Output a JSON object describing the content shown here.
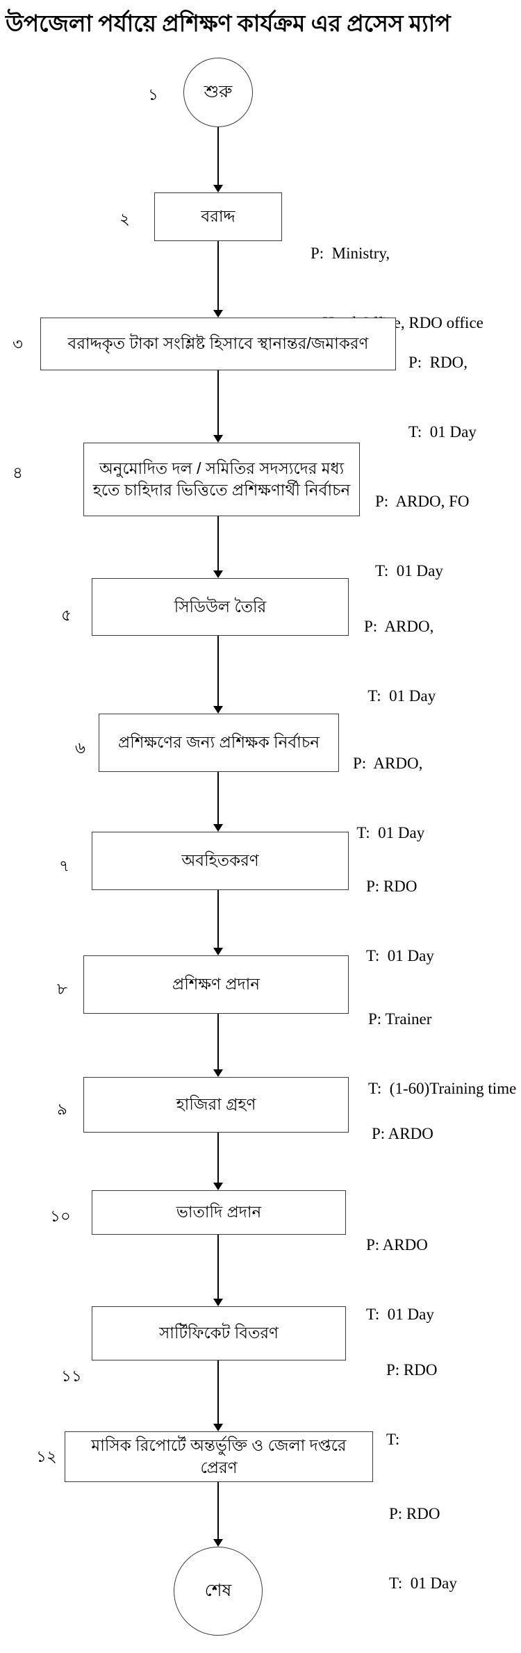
{
  "title": "উপজেলা পর্যায়ে প্রশিক্ষণ কার্যক্রম এর প্রসেস ম্যাপ",
  "colors": {
    "line": "#000000",
    "background": "#ffffff",
    "border": "#3a3a3a"
  },
  "start": {
    "number": "১",
    "label": "শুরু"
  },
  "end": {
    "label": "শেষ"
  },
  "steps": [
    {
      "number": "২",
      "label": "বরাদ্দ",
      "annotation_lines": [
        "P:  Ministry,",
        "   Head Office, RDO office"
      ]
    },
    {
      "number": "৩",
      "label": "বরাদ্দকৃত টাকা সংশ্লিষ্ট হিসাবে স্থানান্তর/জমাকরণ",
      "annotation_lines": [
        "P:  RDO,",
        "T:  01 Day"
      ]
    },
    {
      "number": "৪",
      "label": "অনুমোদিত দল / সমিতির সদস্যদের মধ্য হতে চাহিদার ভিত্তিতে প্রশিক্ষণার্থী নির্বাচন",
      "annotation_lines": [
        "P:  ARDO, FO",
        "T:  01 Day"
      ]
    },
    {
      "number": "৫",
      "label": "সিডিউল তৈরি",
      "annotation_lines": [
        "P:  ARDO,",
        " T:  01 Day"
      ]
    },
    {
      "number": "৬",
      "label": "প্রশিক্ষণের জন্য প্রশিক্ষক নির্বাচন",
      "annotation_lines": [
        "P:  ARDO,",
        " T:  01 Day"
      ]
    },
    {
      "number": "৭",
      "label": "অবহিতকরণ",
      "annotation_lines": [
        "P: RDO",
        "T:  01 Day"
      ]
    },
    {
      "number": "৮",
      "label": "প্রশিক্ষণ প্রদান",
      "annotation_lines": [
        "P: Trainer",
        "T:  (1-60)Training time"
      ]
    },
    {
      "number": "৯",
      "label": "হাজিরা গ্রহণ",
      "annotation_lines": [
        "P: ARDO",
        ""
      ]
    },
    {
      "number": "১০",
      "label": "ভাতাদি প্রদান",
      "annotation_lines": [
        "P: ARDO",
        "T:  01 Day"
      ]
    },
    {
      "number": "১১",
      "label": "সার্টিফিকেট বিতরণ",
      "annotation_lines": [
        "P: RDO",
        "T:"
      ]
    },
    {
      "number": "১২",
      "label": "মাসিক রিপোর্টে অন্তর্ভুক্তি ও জেলা দপ্তরে প্রেরণ",
      "annotation_lines": [
        "P: RDO",
        "T:  01 Day"
      ]
    }
  ]
}
